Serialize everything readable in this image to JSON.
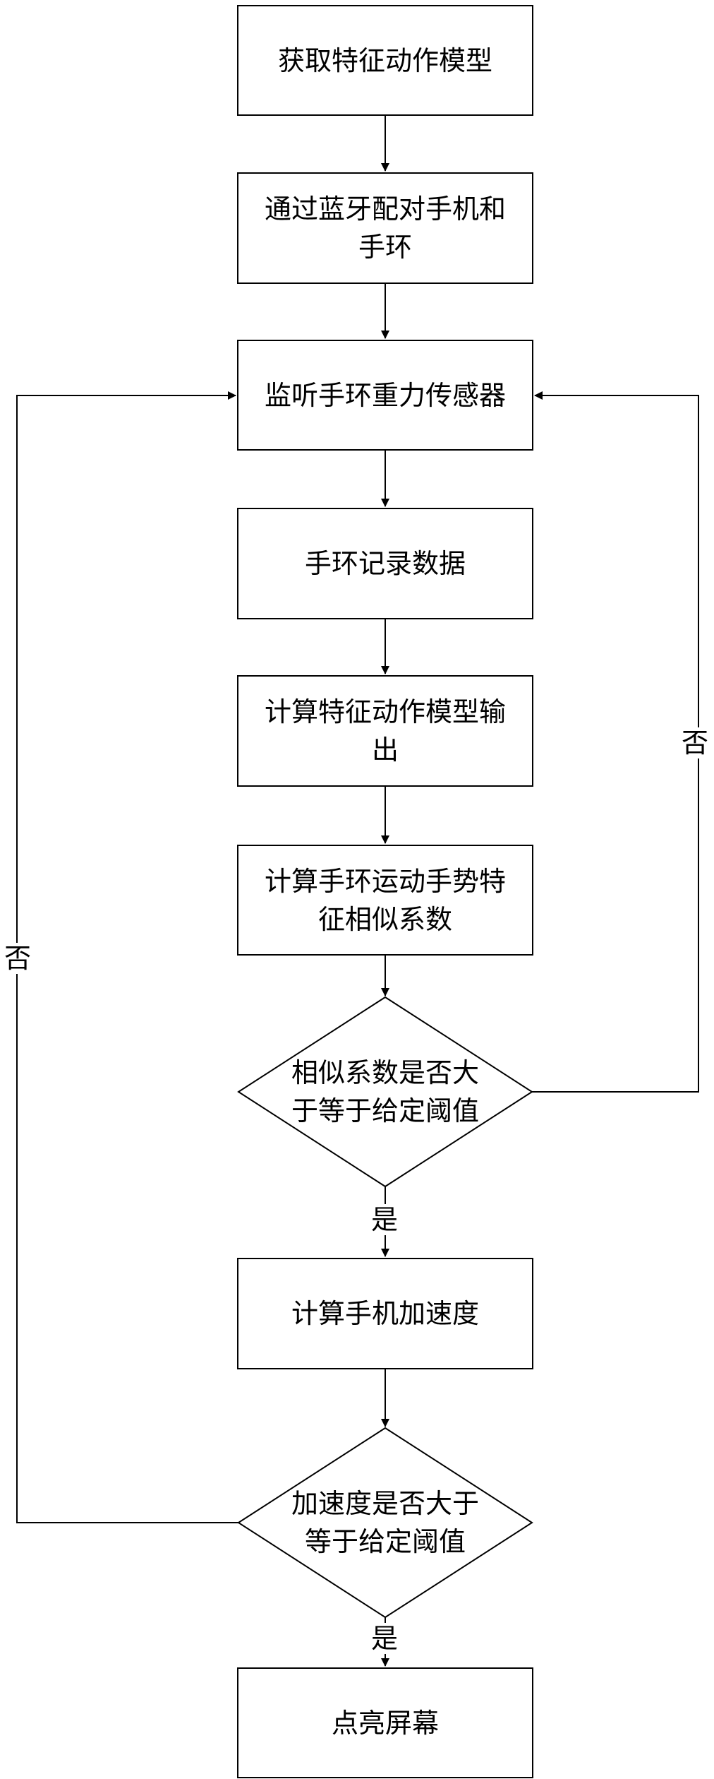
{
  "diagram": {
    "nodes": [
      {
        "id": "get_model",
        "shape": "rect",
        "text": "获取特征动作模型"
      },
      {
        "id": "pair_bt",
        "shape": "rect",
        "text": "通过蓝牙配对手机和手环"
      },
      {
        "id": "listen_sensor",
        "shape": "rect",
        "text": "监听手环重力传感器"
      },
      {
        "id": "record_data",
        "shape": "rect",
        "text": "手环记录数据"
      },
      {
        "id": "calc_model_output",
        "shape": "rect",
        "text": "计算特征动作模型输出"
      },
      {
        "id": "calc_similarity",
        "shape": "rect",
        "text": "计算手环运动手势特征相似系数"
      },
      {
        "id": "check_similarity",
        "shape": "diamond",
        "text": "相似系数是否大于等于给定阈值"
      },
      {
        "id": "calc_phone_accel",
        "shape": "rect",
        "text": "计算手机加速度"
      },
      {
        "id": "check_accel",
        "shape": "diamond",
        "text": "加速度是否大于等于给定阈值"
      },
      {
        "id": "light_screen",
        "shape": "rect",
        "text": "点亮屏幕"
      }
    ],
    "edges": [
      {
        "from": "get_model",
        "to": "pair_bt",
        "label": ""
      },
      {
        "from": "pair_bt",
        "to": "listen_sensor",
        "label": ""
      },
      {
        "from": "listen_sensor",
        "to": "record_data",
        "label": ""
      },
      {
        "from": "record_data",
        "to": "calc_model_output",
        "label": ""
      },
      {
        "from": "calc_model_output",
        "to": "calc_similarity",
        "label": ""
      },
      {
        "from": "calc_similarity",
        "to": "check_similarity",
        "label": ""
      },
      {
        "from": "check_similarity",
        "to": "calc_phone_accel",
        "label": "是"
      },
      {
        "from": "check_similarity",
        "to": "listen_sensor",
        "label": "否"
      },
      {
        "from": "calc_phone_accel",
        "to": "check_accel",
        "label": ""
      },
      {
        "from": "check_accel",
        "to": "light_screen",
        "label": "是"
      },
      {
        "from": "check_accel",
        "to": "listen_sensor",
        "label": "否"
      }
    ]
  }
}
